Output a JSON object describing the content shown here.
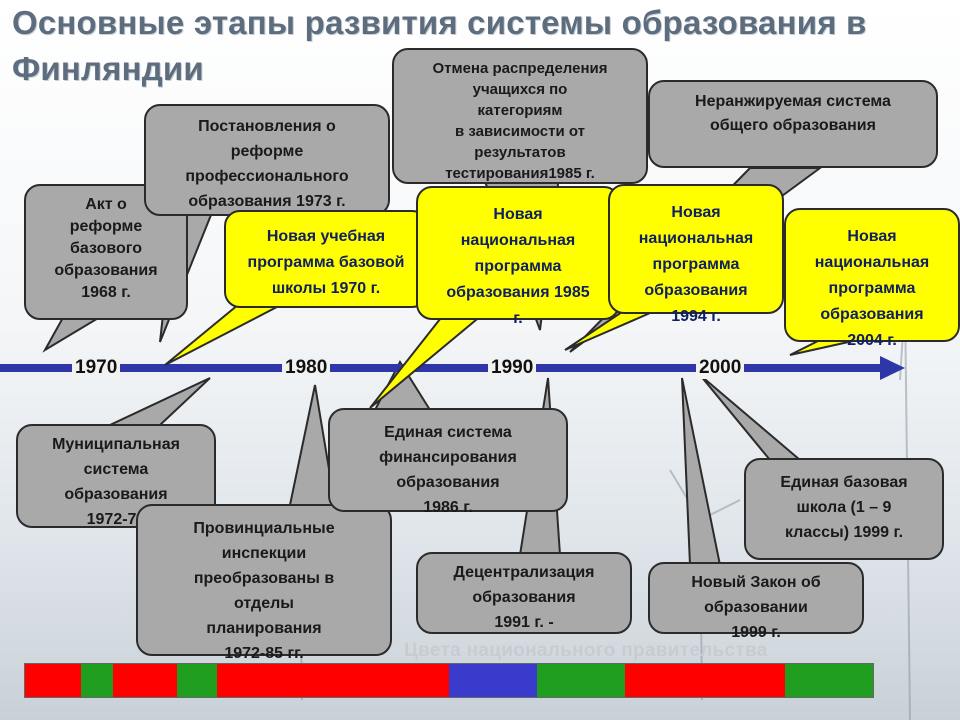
{
  "title": "Основные этапы развития системы образования в Финляндии",
  "years": [
    "1970",
    "1980",
    "1990",
    "2000"
  ],
  "bubbles_top": {
    "akt": "Акт о\nреформе\nбазового\nобразования\n1968 г.",
    "postanovlenia": "Постановления о\nреформе\nпрофессионального\nобразования 1973 г.",
    "otmena": "Отмена распределения\nучащихся по\nкатегориям\nв зависимости от\nрезультатов\nтестирования1985 г.",
    "neranzh": "Неранжируемая система\nобщего образования"
  },
  "bubbles_yellow": {
    "uchebnaya": "Новая учебная\nпрограмма базовой\nшколы  1970 г.",
    "nac1985": "Новая\nнациональная\nпрограмма\nобразования 1985\nг.",
    "nac1994": "Новая\nнациональная\nпрограмма\nобразования\n1994 г.",
    "nac2004": "Новая\nнациональная\nпрограмма\nобразования\n2004 г."
  },
  "bubbles_bottom": {
    "municipal": "Муниципальная\nсистема\nобразования\n1972-78",
    "provincial": "Провинциальные\nинспекции\nпреобразованы в\nотделы\nпланирования\n1972-85 гг.",
    "edinaya_fin": "Единая система\nфинансирования\nобразования\n1986 г.",
    "decentral": "Децентрализация\nобразования\n1991 г. -",
    "zakon": "Новый Закон об\nобразовании\n1999 г.",
    "edinaya_shkola": "Единая базовая\nшкола (1 – 9\nклассы) 1999 г."
  },
  "legend": "Цвета национального правительства",
  "colors": {
    "timeline": "#2e36a8",
    "gray_bubble": "#a9a9a9",
    "yellow_bubble": "#ffff00",
    "flag_red": "#ff0000",
    "flag_green": "#1f9e1f",
    "flag_blue": "#3a3acc"
  },
  "flag_segments": [
    "red",
    "green",
    "red",
    "green",
    "red",
    "blue",
    "green",
    "red",
    "blue",
    "green"
  ]
}
